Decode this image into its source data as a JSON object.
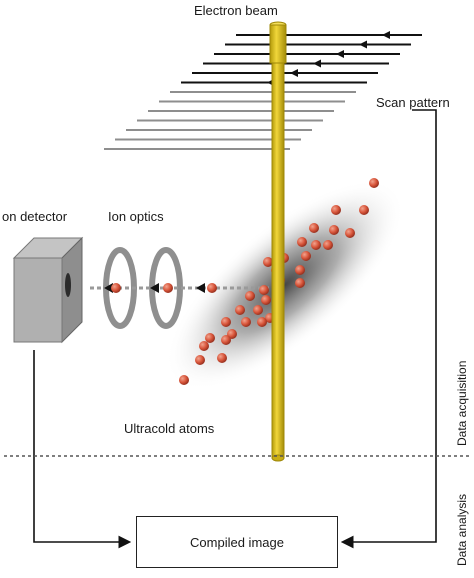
{
  "labels": {
    "electron_beam": "Electron beam",
    "scan_pattern": "Scan pattern",
    "ion_detector": "on detector",
    "ion_optics": "Ion optics",
    "ultracold_atoms": "Ultracold atoms",
    "compiled_image": "Compiled image",
    "data_acquisition": "Data acquisition",
    "data_analysis": "Data analysis"
  },
  "colors": {
    "beam": "#e6c619",
    "beam_edge": "#9f8808",
    "atom": "#d8553a",
    "scan_dark": "#111111",
    "scan_light": "#8e8e8e",
    "ring": "#8f8f8f",
    "detector": "#a9a9a9",
    "cloud": "#555555"
  },
  "icons": {
    "detector": "ion-detector-icon",
    "optics": "ion-optics-ring-icon",
    "beam": "electron-beam-icon"
  }
}
